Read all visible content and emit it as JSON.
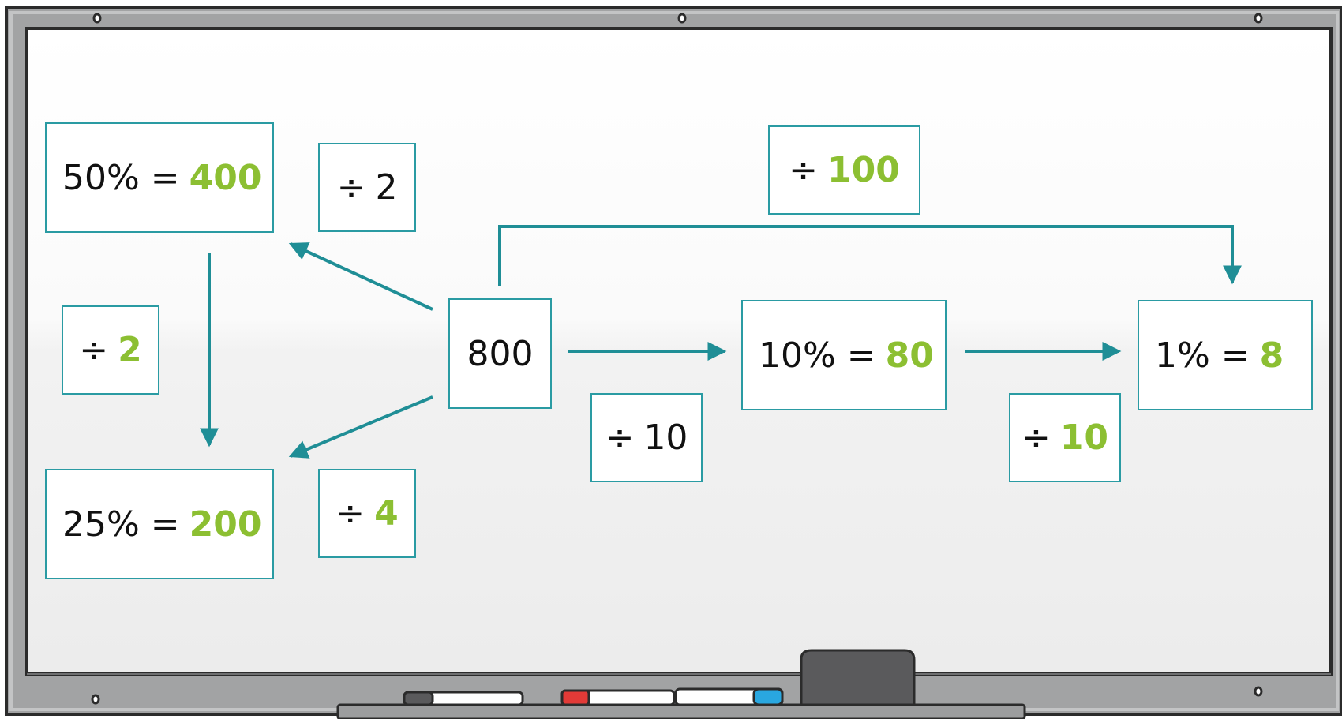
{
  "diagram": {
    "start": "800",
    "nodes": {
      "fifty": {
        "label": "50% =",
        "value": "400"
      },
      "twentyfive": {
        "label": "25% =",
        "value": "200"
      },
      "ten": {
        "label": "10% =",
        "value": "80"
      },
      "one": {
        "label": "1% =",
        "value": "8"
      }
    },
    "operations": {
      "div2_top": {
        "symbol": "÷",
        "value": "2",
        "answer": false
      },
      "div2_side": {
        "symbol": "÷",
        "value": "2",
        "answer": true
      },
      "div4": {
        "symbol": "÷",
        "value": "4",
        "answer": true
      },
      "div10_first": {
        "symbol": "÷",
        "value": "10",
        "answer": false
      },
      "div10_second": {
        "symbol": "÷",
        "value": "10",
        "answer": true
      },
      "div100": {
        "symbol": "÷",
        "value": "100",
        "answer": true
      }
    }
  },
  "colors": {
    "box_border": "#2a9ba3",
    "arrow": "#1f8e96",
    "answer_green": "#8cbf32",
    "frame": "#9a9b9c"
  },
  "icons": [
    "whiteboard",
    "marker",
    "eraser"
  ]
}
